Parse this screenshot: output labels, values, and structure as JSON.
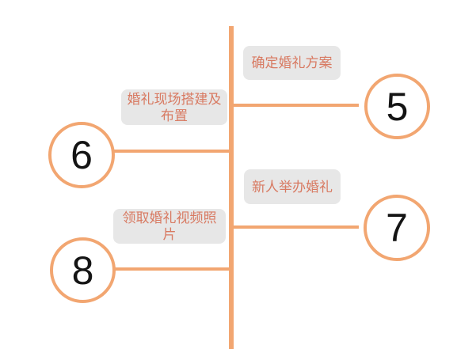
{
  "diagram": {
    "type": "timeline-flowchart",
    "colors": {
      "accent": "#F2A671",
      "label_text": "#D87A62",
      "label_bg": "#E7E7E7",
      "number_text": "#141414",
      "background": "#FFFFFF"
    },
    "steps": [
      {
        "number": "5",
        "label": "确定婚礼方案",
        "side": "right"
      },
      {
        "number": "6",
        "label": "婚礼现场搭建及布置",
        "side": "left"
      },
      {
        "number": "7",
        "label": "新人举办婚礼",
        "side": "right"
      },
      {
        "number": "8",
        "label": "领取婚礼视频照片",
        "side": "left"
      }
    ]
  }
}
